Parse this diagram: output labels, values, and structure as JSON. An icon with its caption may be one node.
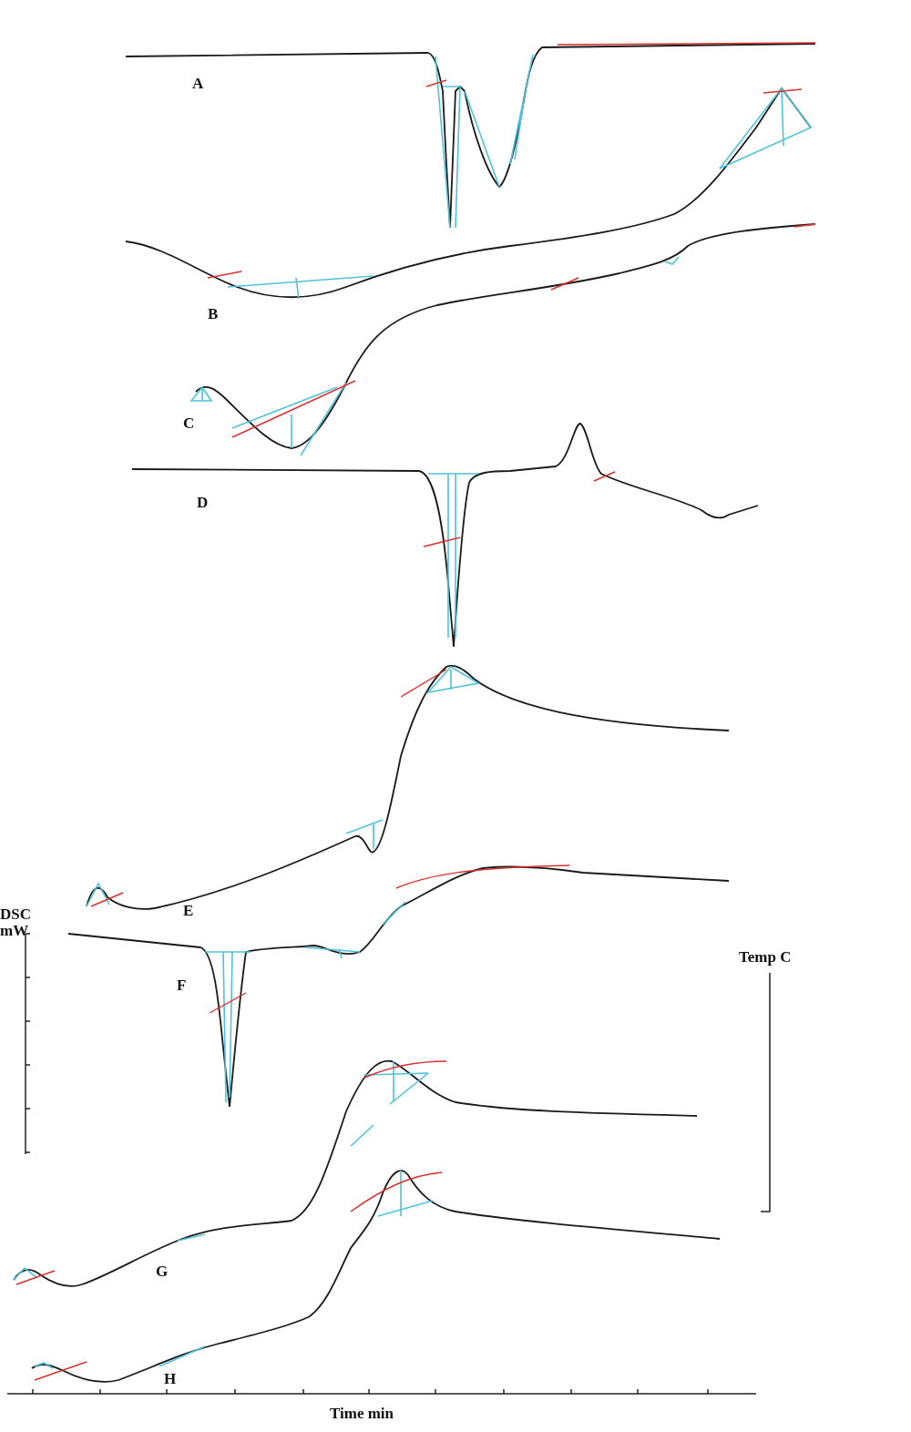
{
  "diagram": {
    "labels": [
      "A",
      "B",
      "C",
      "D",
      "E",
      "DSC mW",
      "Temp C",
      "F",
      "G",
      "H",
      "Time min"
    ]
  }
}
